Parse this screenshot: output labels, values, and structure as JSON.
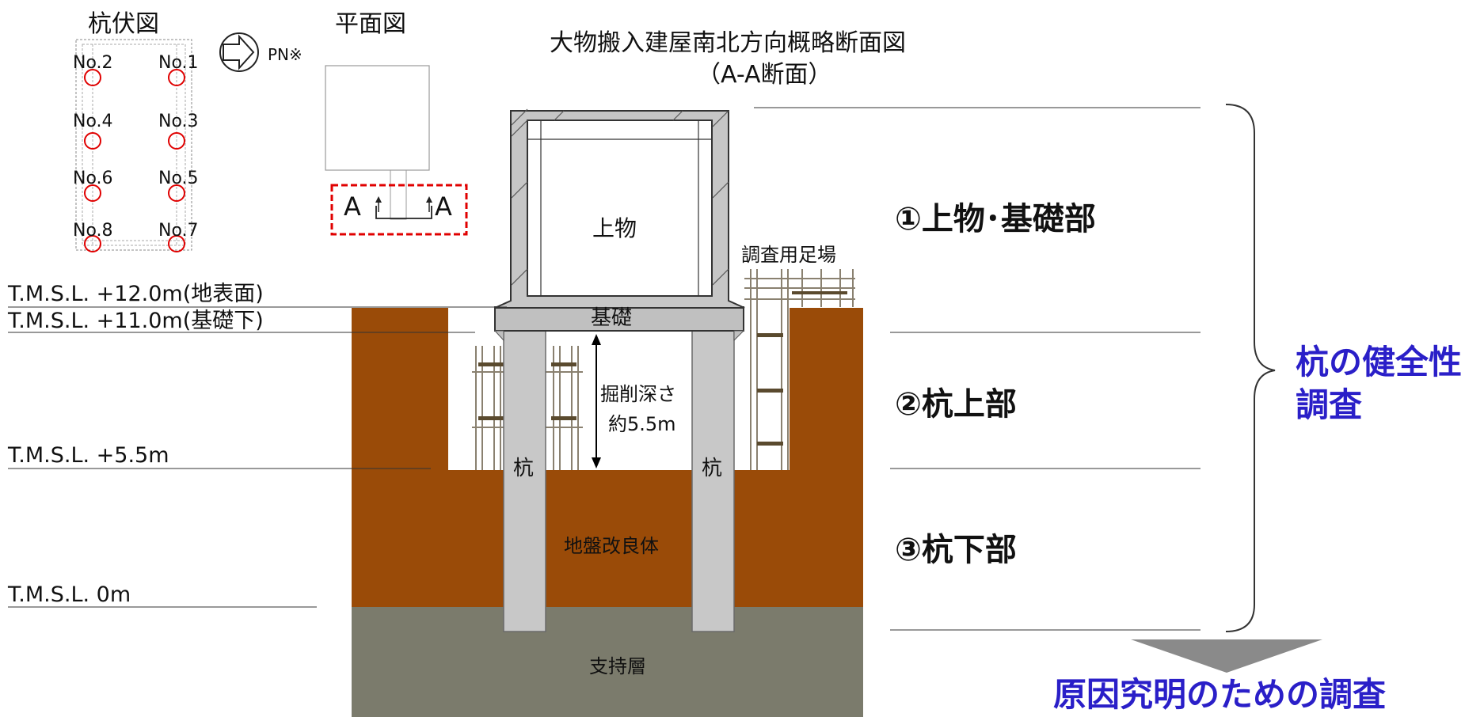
{
  "pile_plan": {
    "title": "杭伏図",
    "north_label": "PN※",
    "piles": [
      "No.2",
      "No.1",
      "No.4",
      "No.3",
      "No.6",
      "No.5",
      "No.8",
      "No.7"
    ]
  },
  "floor_plan": {
    "title": "平面図",
    "section_mark_left": "A",
    "section_mark_right": "A"
  },
  "section": {
    "title_line1": "大物搬入建屋南北方向概略断面図",
    "title_line2": "（A-A断面）",
    "superstructure_label": "上物",
    "foundation_label": "基礎",
    "pile_left_label": "杭",
    "pile_right_label": "杭",
    "excavation_line1": "掘削深さ",
    "excavation_line2": "約5.5m",
    "improved_ground_label": "地盤改良体",
    "bearing_layer_label": "支持層",
    "scaffold_label": "調査用足場"
  },
  "levels": [
    "T.M.S.L. +12.0m(地表面)",
    "T.M.S.L. +11.0m(基礎下)",
    "T.M.S.L. +5.5m",
    "T.M.S.L. 0m"
  ],
  "zones": [
    "①上物･基礎部",
    "②杭上部",
    "③杭下部"
  ],
  "pile_soundness": {
    "line1": "杭の健全性",
    "line2": "調査"
  },
  "cause_investigation": "原因究明のための調査",
  "colors": {
    "soil": "#9a4b08",
    "bearing_layer": "#7b7b6c",
    "pile": "#c8c8c8",
    "scaffold": "#5a4a2e",
    "accent_blue": "#2a1fc8",
    "section_red": "#e00000"
  }
}
